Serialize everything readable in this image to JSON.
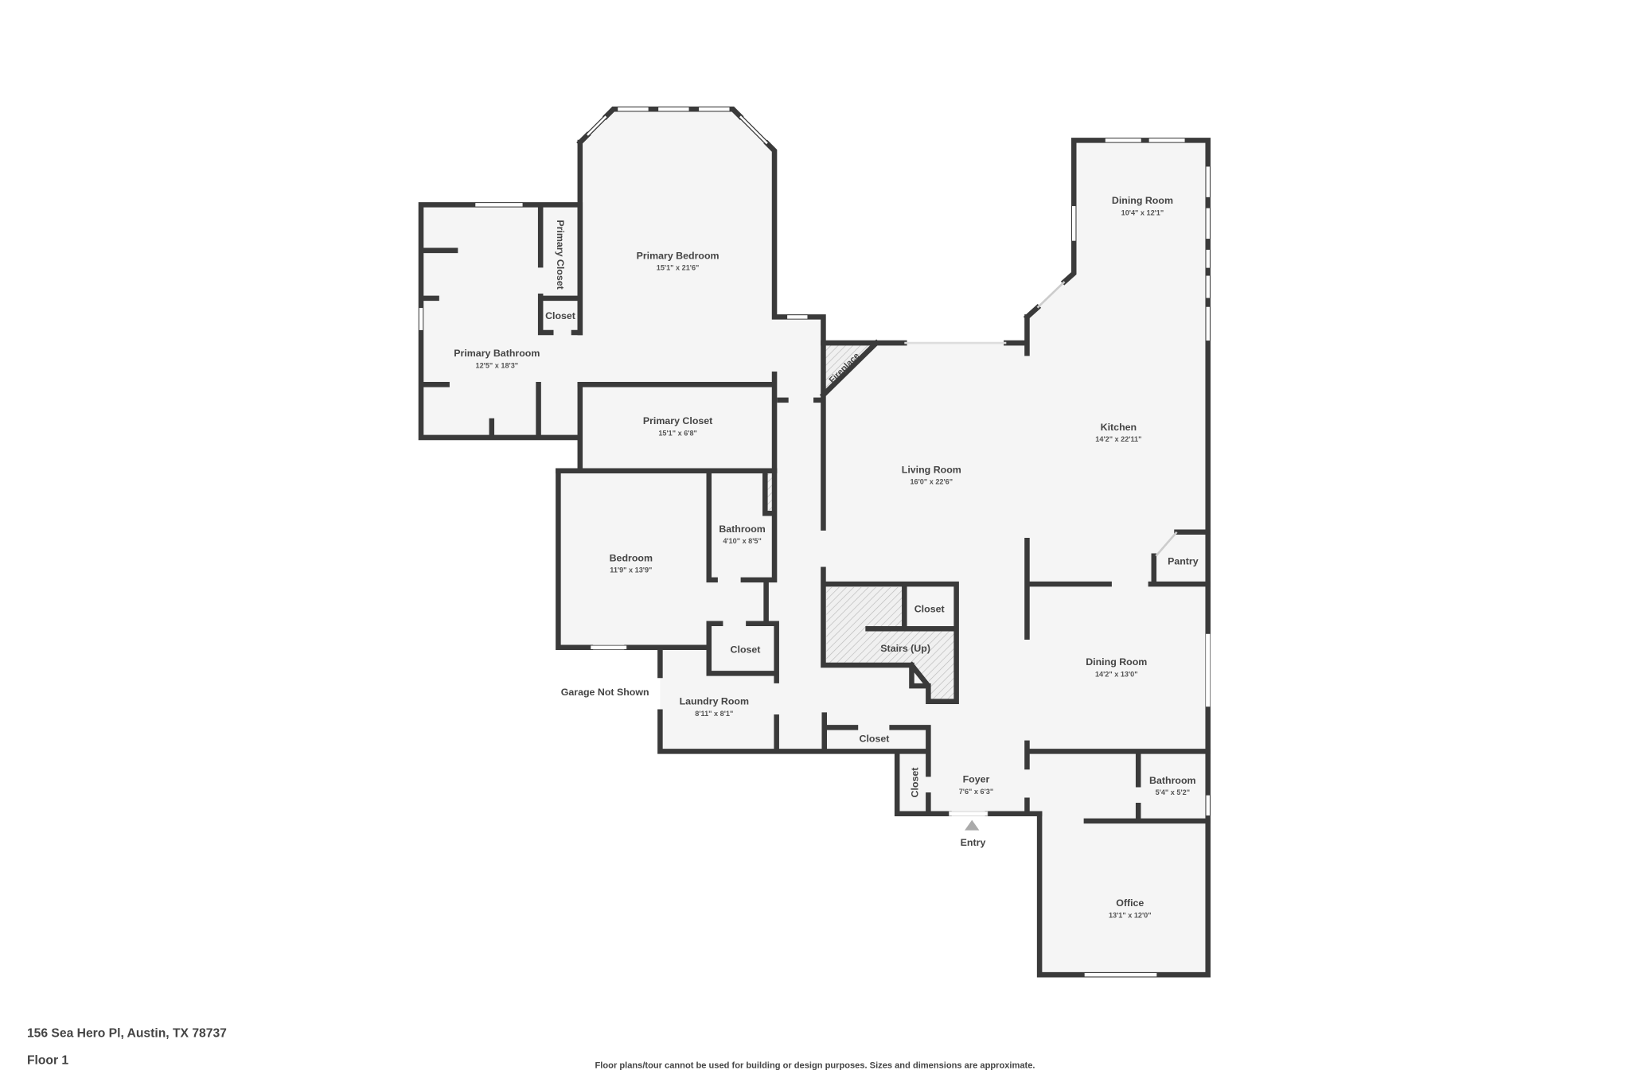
{
  "rooms": [
    {
      "name": "Primary Bedroom",
      "dims": "15'1\" x 21'6\""
    },
    {
      "name": "Primary Bathroom",
      "dims": "12'5\" x 18'3\""
    },
    {
      "name": "Primary Closet",
      "dims": "15'1\" x 6'8\""
    },
    {
      "name": "Dining Room",
      "dims": "10'4\" x 12'1\""
    },
    {
      "name": "Kitchen",
      "dims": "14'2\" x 22'11\""
    },
    {
      "name": "Living Room",
      "dims": "16'0\" x 22'6\""
    },
    {
      "name": "Bathroom",
      "dims": "4'10\" x 8'5\""
    },
    {
      "name": "Bedroom",
      "dims": "11'9\" x 13'9\""
    },
    {
      "name": "Laundry Room",
      "dims": "8'11\" x 8'1\""
    },
    {
      "name": "Dining Room",
      "dims": "14'2\" x 13'0\""
    },
    {
      "name": "Foyer",
      "dims": "7'6\" x 6'3\""
    },
    {
      "name": "Bathroom",
      "dims": "5'4\" x 5'2\""
    },
    {
      "name": "Office",
      "dims": "13'1\" x 12'0\""
    }
  ],
  "labels": {
    "primary_closet_small": "Primary Closet",
    "closet": "Closet",
    "pantry": "Pantry",
    "fireplace": "Fireplace",
    "stairs": "Stairs (Up)",
    "garage": "Garage Not Shown",
    "entry": "Entry"
  },
  "footer": {
    "address": "156 Sea Hero Pl, Austin, TX 78737",
    "floor": "Floor 1",
    "disclaimer": "Floor plans/tour cannot be used for building or design purposes. Sizes and dimensions are approximate."
  },
  "colors": {
    "wall": "#3a3a3a",
    "floor": "#f5f5f5",
    "text": "#444444"
  }
}
